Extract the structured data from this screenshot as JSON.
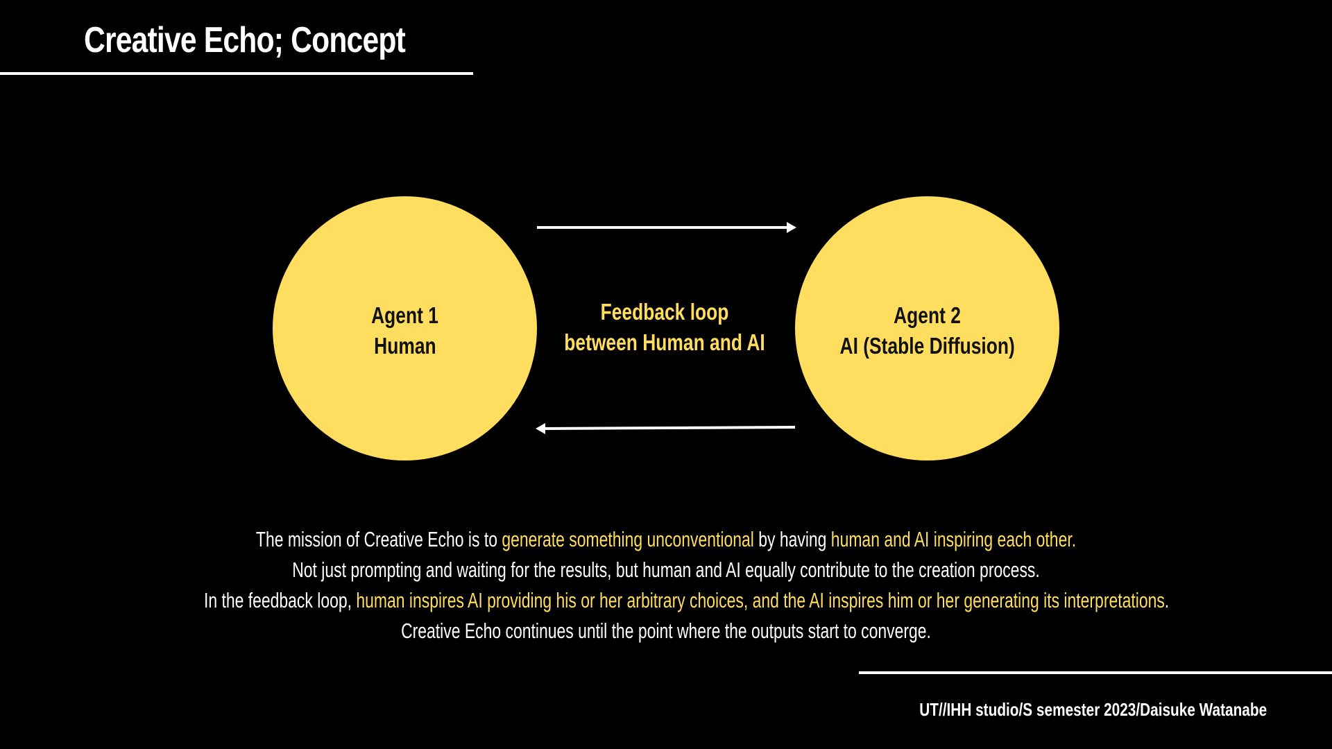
{
  "slide": {
    "title": "Creative Echo; Concept",
    "footer": "UT//IHH studio/S semester 2023/Daisuke Watanabe"
  },
  "diagram": {
    "agent1": {
      "line1": "Agent 1",
      "line2": "Human"
    },
    "agent2": {
      "line1": "Agent 2",
      "line2": "AI (Stable Diffusion)"
    },
    "loop": {
      "line1": "Feedback loop",
      "line2": "between Human and AI"
    }
  },
  "description": {
    "line1": {
      "a": "The mission of Creative Echo is to ",
      "b": "generate something unconventional",
      "c": " by having ",
      "d": "human and AI inspiring each other."
    },
    "line2": "Not just prompting and waiting for the results, but human and AI equally contribute to the creation process.",
    "line3": {
      "a": "In the feedback loop, ",
      "b": "human inspires AI providing his or her arbitrary choices, and the AI inspires him or her generating its interpretations",
      "c": "."
    },
    "line4": "Creative Echo continues until the point where the outputs start to converge."
  },
  "colors": {
    "background": "#000000",
    "accent": "#ffdd5e",
    "text": "#ffffff",
    "circle_text": "#111111"
  }
}
